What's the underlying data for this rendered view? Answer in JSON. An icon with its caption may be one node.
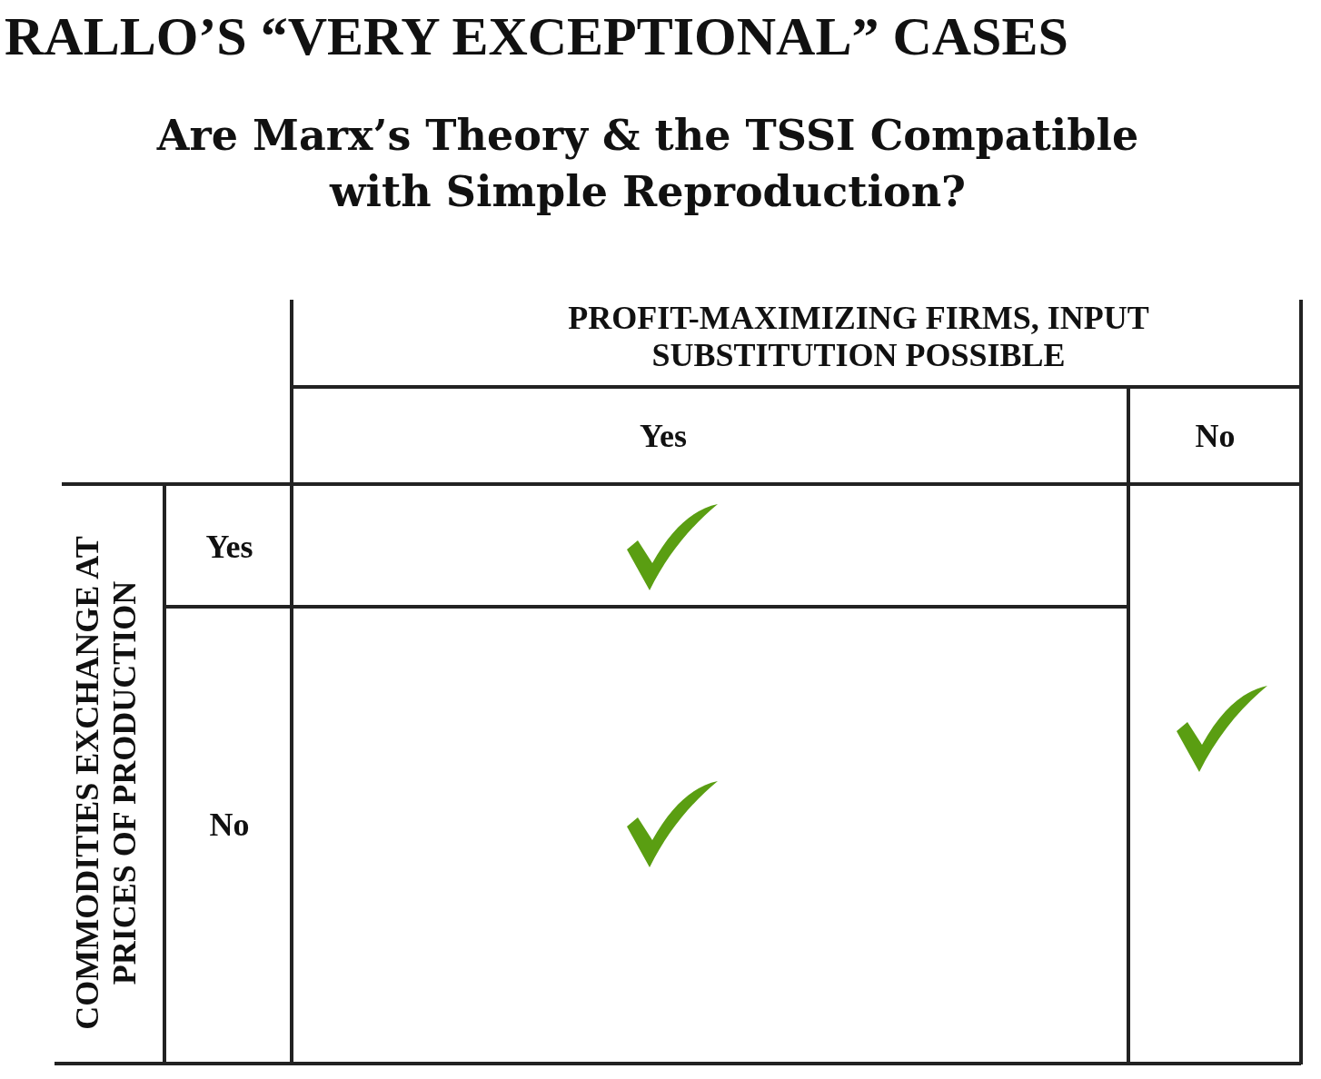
{
  "diagram": {
    "title": "RALLO’S “VERY EXCEPTIONAL” CASES",
    "labels": [
      "Are Marx’s Theory & the TSSI Compatible with Simple Reproduction?",
      "PROFIT-MAXIMIZING FIRMS, INPUT SUBSTITUTION POSSIBLE",
      "Yes",
      "No",
      "COMMODITIES EXCHANGE AT PRICES OF PRODUCTION",
      "Yes",
      "No"
    ]
  }
}
